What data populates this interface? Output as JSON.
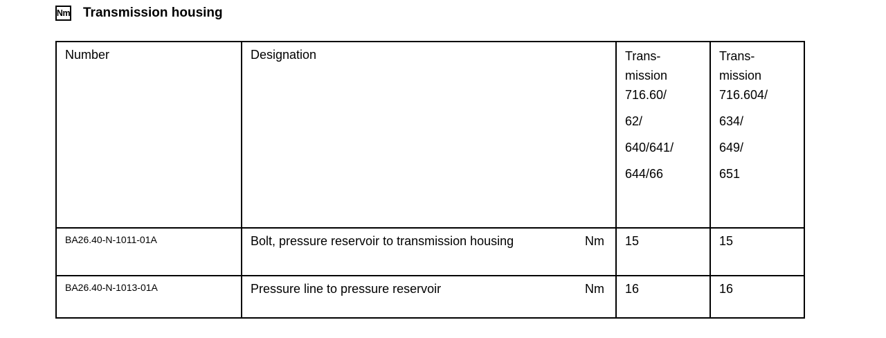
{
  "header": {
    "icon_label": "Nm",
    "title": "Transmission housing"
  },
  "colors": {
    "text": "#000000",
    "background": "#ffffff",
    "border": "#000000"
  },
  "table": {
    "headers": {
      "number": "Number",
      "designation": "Designation",
      "transmission_a_lines": [
        "Trans-",
        "mission",
        "716.60/",
        "62/",
        "640/641/",
        "644/66"
      ],
      "transmission_b_lines": [
        "Trans-",
        "mission",
        "716.604/",
        "634/",
        "649/",
        "651"
      ]
    },
    "rows": [
      {
        "number": "BA26.40-N-1011-01A",
        "designation": "Bolt, pressure reservoir to transmission housing",
        "unit": "Nm",
        "transmission_a_value": "15",
        "transmission_b_value": "15"
      },
      {
        "number": "BA26.40-N-1013-01A",
        "designation": "Pressure line to pressure reservoir",
        "unit": "Nm",
        "transmission_a_value": "16",
        "transmission_b_value": "16"
      }
    ]
  }
}
